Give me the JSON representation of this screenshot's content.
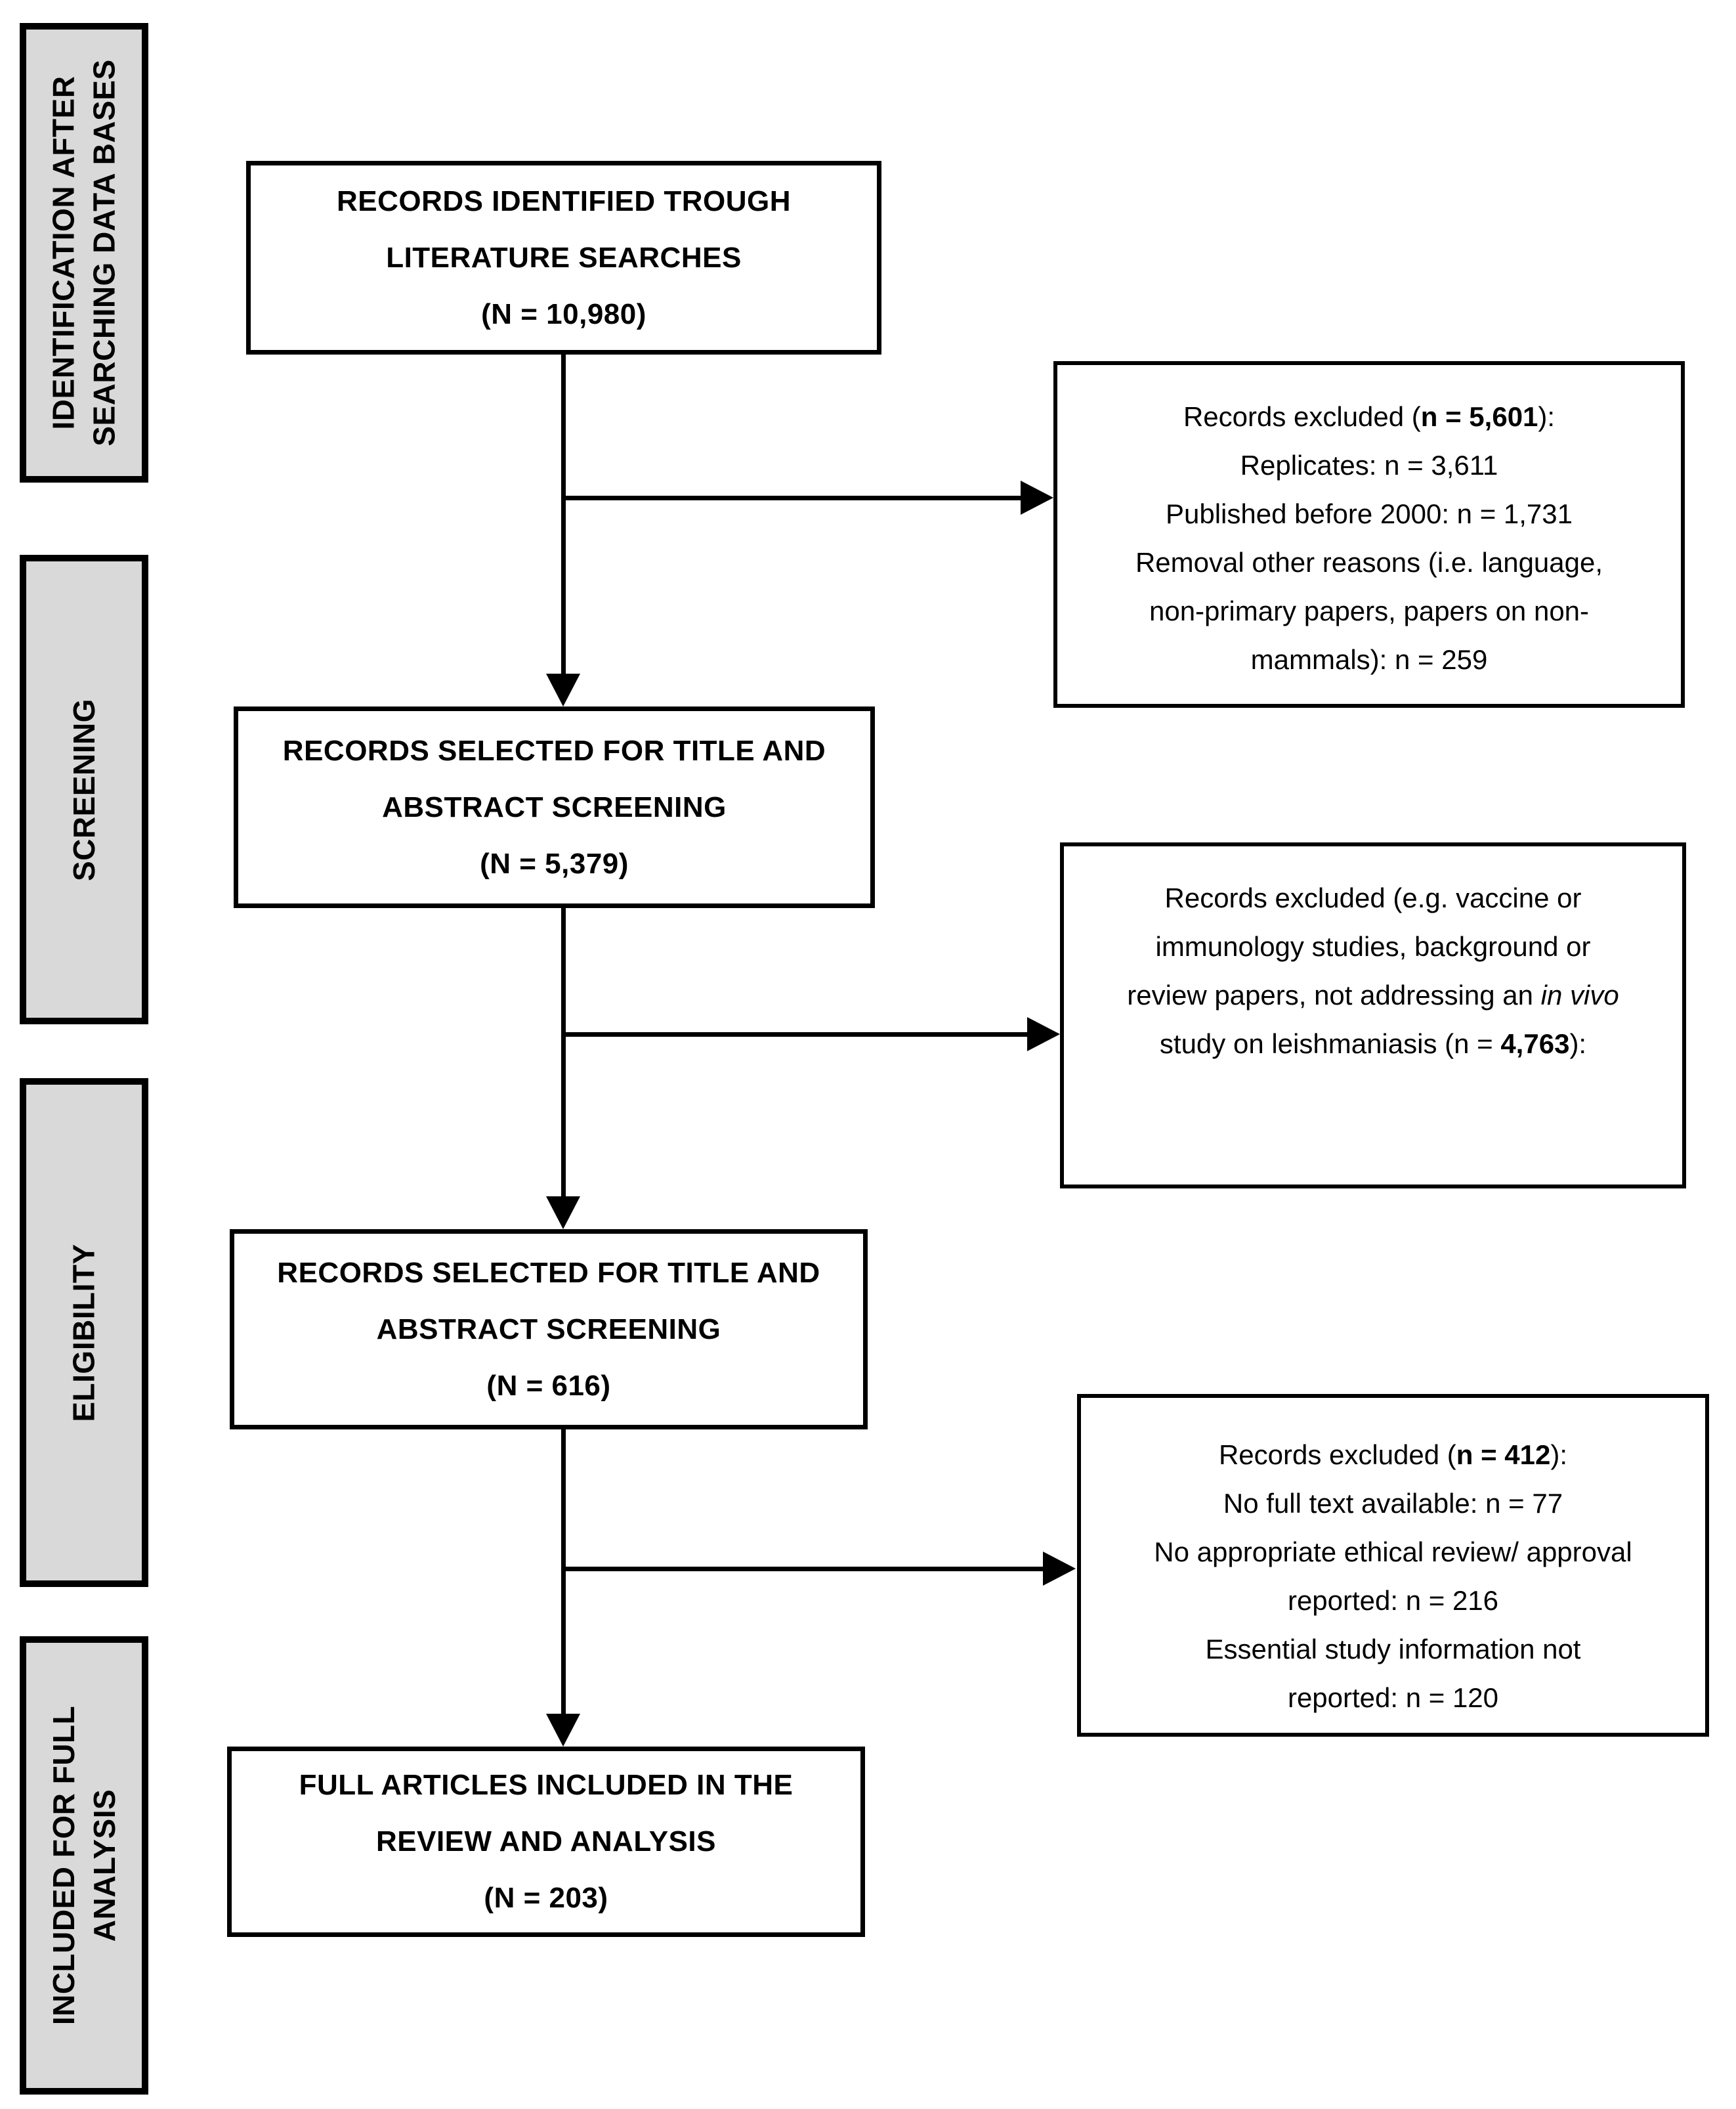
{
  "colors": {
    "line": "#000000",
    "text": "#000000",
    "stage_fill": "#d9d9d9",
    "box_fill": "#ffffff",
    "background": "#ffffff"
  },
  "stages": [
    {
      "id": "identification",
      "lines": [
        "IDENTIFICATION AFTER",
        "SEARCHING DATA BASES"
      ]
    },
    {
      "id": "screening",
      "lines": [
        "SCREENING"
      ]
    },
    {
      "id": "eligibility",
      "lines": [
        "ELIGIBILITY"
      ]
    },
    {
      "id": "included",
      "lines": [
        "INCLUDED FOR FULL",
        "ANALYSIS"
      ]
    }
  ],
  "main_boxes": [
    {
      "lines": [
        "RECORDS IDENTIFIED TROUGH",
        "LITERATURE SEARCHES"
      ],
      "count": "(N = 10,980)"
    },
    {
      "lines": [
        "RECORDS SELECTED FOR TITLE AND",
        "ABSTRACT SCREENING"
      ],
      "count": "(N = 5,379)"
    },
    {
      "lines": [
        "RECORDS SELECTED FOR TITLE AND",
        "ABSTRACT SCREENING"
      ],
      "count": "(N = 616)"
    },
    {
      "lines": [
        "FULL ARTICLES INCLUDED IN THE",
        "REVIEW AND ANALYSIS"
      ],
      "count": "(N = 203)"
    }
  ],
  "exclusion_boxes": [
    {
      "lines": [
        {
          "segs": [
            {
              "t": "Records excluded ("
            },
            {
              "t": "n = 5,601",
              "bold": true
            },
            {
              "t": "):"
            }
          ]
        },
        {
          "segs": [
            {
              "t": "Replicates: n = 3,611"
            }
          ]
        },
        {
          "segs": [
            {
              "t": "Published before 2000: n = 1,731"
            }
          ]
        },
        {
          "segs": [
            {
              "t": "Removal other reasons (i.e. language,"
            }
          ]
        },
        {
          "segs": [
            {
              "t": "non-primary papers, papers on non-"
            }
          ]
        },
        {
          "segs": [
            {
              "t": "mammals): n = 259"
            }
          ]
        }
      ]
    },
    {
      "lines": [
        {
          "segs": [
            {
              "t": "Records excluded (e.g. vaccine or"
            }
          ]
        },
        {
          "segs": [
            {
              "t": "immunology studies, background or"
            }
          ]
        },
        {
          "segs": [
            {
              "t": "review papers, not addressing an "
            },
            {
              "t": "in vivo",
              "italic": true
            }
          ]
        },
        {
          "segs": [
            {
              "t": "study on leishmaniasis  (n = "
            },
            {
              "t": "4,763",
              "bold": true
            },
            {
              "t": "):"
            }
          ]
        }
      ]
    },
    {
      "lines": [
        {
          "segs": [
            {
              "t": "Records excluded ("
            },
            {
              "t": "n = 412",
              "bold": true
            },
            {
              "t": "):"
            }
          ]
        },
        {
          "segs": [
            {
              "t": "No full text available: n = 77"
            }
          ]
        },
        {
          "segs": [
            {
              "t": "No appropriate ethical review/ approval"
            }
          ]
        },
        {
          "segs": [
            {
              "t": "reported: n = 216"
            }
          ]
        },
        {
          "segs": [
            {
              "t": "Essential study information not"
            }
          ]
        },
        {
          "segs": [
            {
              "t": "reported: n = 120"
            }
          ]
        }
      ]
    }
  ]
}
